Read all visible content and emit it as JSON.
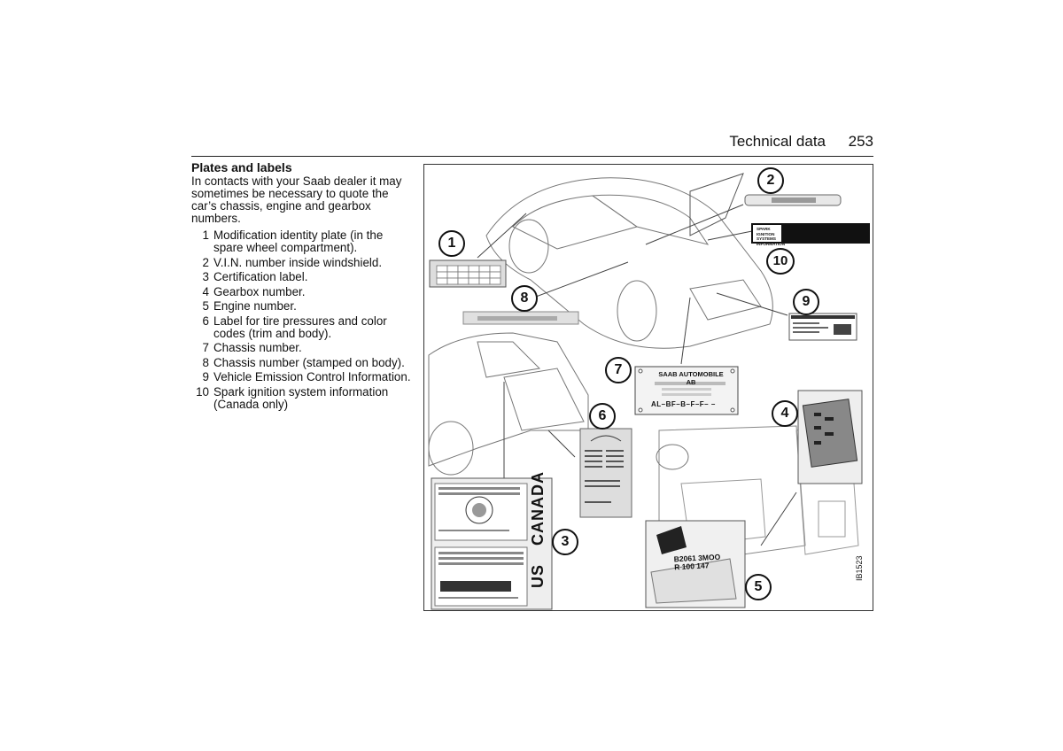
{
  "header": {
    "title": "Technical data",
    "page_number": "253"
  },
  "section": {
    "heading": "Plates and labels",
    "intro": "In contacts with your Saab dealer it may sometimes be necessary to quote the car’s chassis, engine and gearbox numbers.",
    "items": [
      {
        "num": "1",
        "text": "Modification identity plate (in the spare wheel compartment)."
      },
      {
        "num": "2",
        "text": "V.I.N. number inside windshield."
      },
      {
        "num": "3",
        "text": "Certification label."
      },
      {
        "num": "4",
        "text": "Gearbox number."
      },
      {
        "num": "5",
        "text": "Engine number."
      },
      {
        "num": "6",
        "text": "Label for tire pressures and color codes (trim and body)."
      },
      {
        "num": "7",
        "text": "Chassis number."
      },
      {
        "num": "8",
        "text": "Chassis number (stamped on body)."
      },
      {
        "num": "9",
        "text": "Vehicle Emission Control Information."
      },
      {
        "num": "10",
        "text": "Spark ignition system information (Canada only)"
      }
    ]
  },
  "figure": {
    "code": "IB1523",
    "callouts": [
      "1",
      "2",
      "3",
      "4",
      "5",
      "6",
      "7",
      "8",
      "9",
      "10"
    ],
    "saab_plate_title": "SAAB AUTOMOBILE AB",
    "saab_plate_code": "AL–BF–B–F–F– –",
    "spark_label": [
      "SPARK",
      "IGNITION",
      "SYSTEMS",
      "INFORMATION"
    ],
    "engine_stamp": [
      "B2061 3MOO",
      "R 100 147"
    ],
    "cert_labels": [
      "CANADA",
      "US"
    ]
  }
}
